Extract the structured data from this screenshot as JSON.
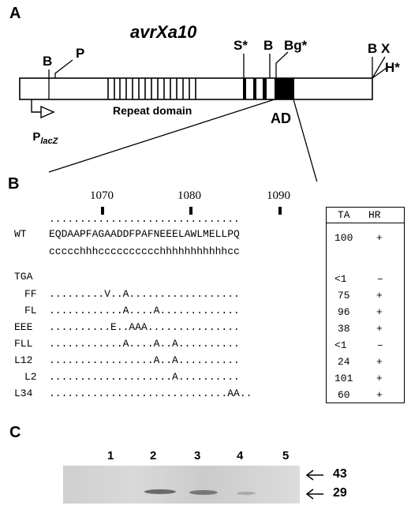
{
  "panels": {
    "a": "A",
    "b": "B",
    "c": "C"
  },
  "panel_a": {
    "gene_name": "avrXa10",
    "sites_left": [
      "B",
      "P"
    ],
    "sites_mid": [
      "S*",
      "B",
      "Bg*"
    ],
    "sites_right": [
      "B",
      "X",
      "H*"
    ],
    "promoter_prefix": "P",
    "promoter_sub": "lacZ",
    "repeat_label": "Repeat domain",
    "ad_label": "AD"
  },
  "panel_b": {
    "positions": [
      "1070",
      "1080",
      "1090"
    ],
    "table_header": [
      "TA",
      "HR"
    ],
    "rows": [
      {
        "name": "WT",
        "seq": "EQDAAPFAGAADDFPAFNEEELAWLMELLPQ",
        "ta": "100",
        "hr": "+"
      },
      {
        "name": "",
        "seq": "ccccchhhcccccccccchhhhhhhhhhhcc",
        "ta": "",
        "hr": ""
      },
      {
        "name": "TGA",
        "seq": "",
        "ta": "<1",
        "hr": "–"
      },
      {
        "name": "FF",
        "seq": ".........V..A..................",
        "ta": "75",
        "hr": "+"
      },
      {
        "name": "FL",
        "seq": "............A....A.............",
        "ta": "96",
        "hr": "+"
      },
      {
        "name": "EEE",
        "seq": "..........E..AAA...............",
        "ta": "38",
        "hr": "+"
      },
      {
        "name": "FLL",
        "seq": "............A....A..A..........",
        "ta": "<1",
        "hr": "–"
      },
      {
        "name": "L12",
        "seq": ".................A..A..........",
        "ta": "24",
        "hr": "+"
      },
      {
        "name": "L2",
        "seq": "....................A..........",
        "ta": "101",
        "hr": "+"
      },
      {
        "name": "L34",
        "seq": ".............................AA..",
        "ta": "60",
        "hr": "+"
      }
    ]
  },
  "panel_c": {
    "lanes": [
      "1",
      "2",
      "3",
      "4",
      "5"
    ],
    "markers": [
      "43",
      "29"
    ]
  }
}
